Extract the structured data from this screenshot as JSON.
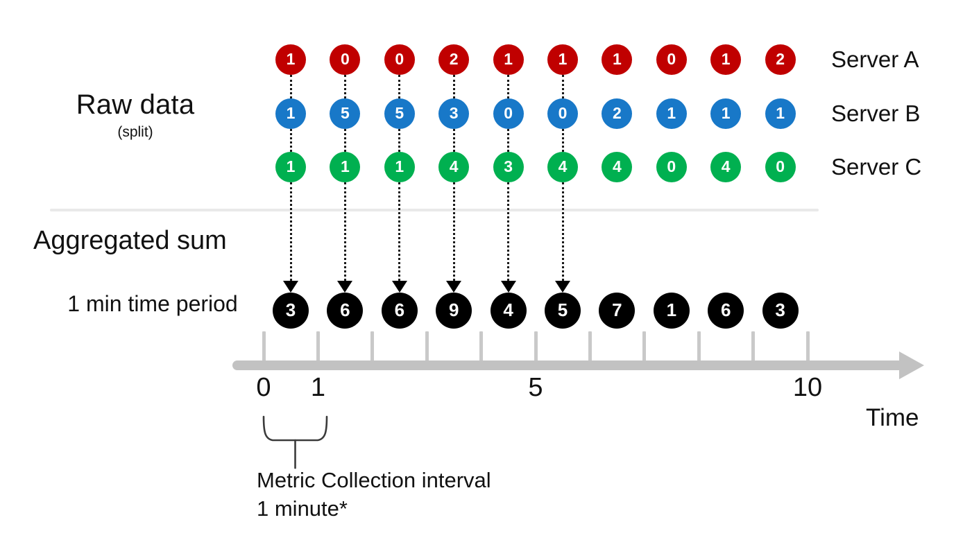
{
  "labels": {
    "raw_data": "Raw data",
    "raw_data_sub": "(split)",
    "aggregated_sum": "Aggregated sum",
    "time_period": "1 min time period",
    "axis_title": "Time",
    "caption": "Metric Collection interval\n1 minute*"
  },
  "colors": {
    "server_a": "#c00000",
    "server_b": "#1878c8",
    "server_c": "#00b050",
    "aggregate": "#000000",
    "axis": "#c2c2c2",
    "tick": "#c9c9c9",
    "divider": "#e9e9e9"
  },
  "chart_data": {
    "type": "table",
    "title": "Raw data (split) aggregated into 1 min time periods",
    "xlabel": "Time",
    "ylabel": "",
    "x": [
      0,
      1,
      2,
      3,
      4,
      5,
      6,
      7,
      8,
      9
    ],
    "axis_tick_labels": [
      "0",
      "1",
      "5",
      "10"
    ],
    "axis_tick_values": [
      0,
      1,
      5,
      10
    ],
    "axis_tick_count": 11,
    "legend_position": "right",
    "grid": false,
    "series": [
      {
        "name": "Server A",
        "color": "#c00000",
        "values": [
          1,
          0,
          0,
          2,
          1,
          1,
          1,
          0,
          1,
          2
        ]
      },
      {
        "name": "Server B",
        "color": "#1878c8",
        "values": [
          1,
          5,
          5,
          3,
          0,
          0,
          2,
          1,
          1,
          1
        ]
      },
      {
        "name": "Server C",
        "color": "#00b050",
        "values": [
          1,
          1,
          1,
          4,
          3,
          4,
          4,
          0,
          4,
          0
        ]
      },
      {
        "name": "Aggregated sum",
        "color": "#000000",
        "values": [
          3,
          6,
          6,
          9,
          4,
          5,
          7,
          1,
          6,
          3
        ]
      }
    ],
    "connector_columns": [
      0,
      1,
      2,
      3,
      4,
      5
    ],
    "annotation": "Metric Collection interval 1 minute*"
  }
}
